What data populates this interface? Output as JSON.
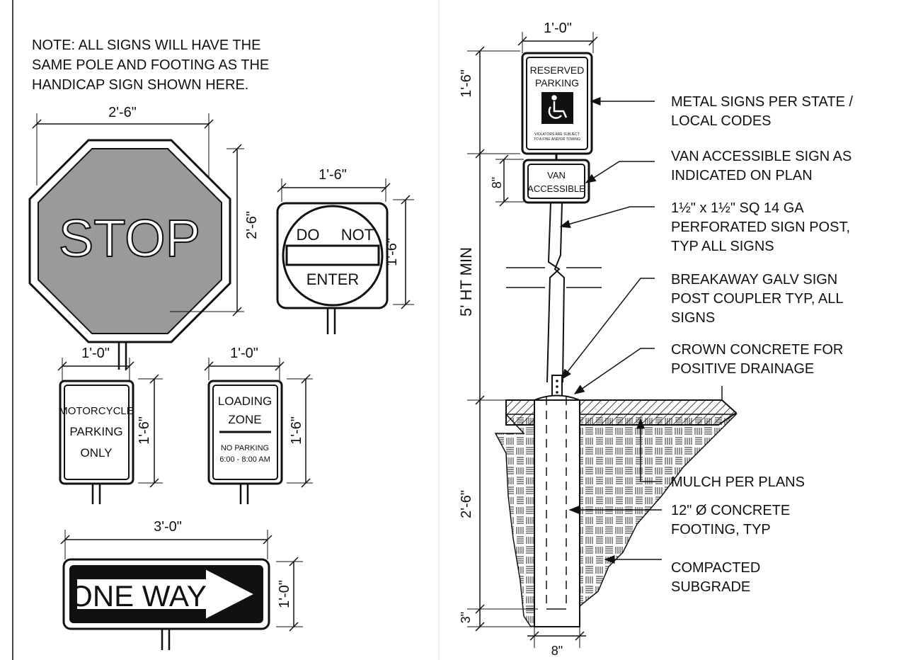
{
  "note": {
    "lines": [
      "NOTE: ALL SIGNS WILL HAVE THE",
      "SAME POLE AND FOOTING AS THE",
      "HANDICAP SIGN SHOWN HERE."
    ]
  },
  "stop_sign": {
    "text": "STOP",
    "width": "2'-6\"",
    "height": "2'-6\""
  },
  "do_not_enter": {
    "line1": "DO",
    "line2": "NOT",
    "line3": "ENTER",
    "width": "1'-6\"",
    "height": "1'-6\""
  },
  "motorcycle": {
    "lines": [
      "MOTORCYCLE",
      "PARKING",
      "ONLY"
    ],
    "width": "1'-0\"",
    "height": "1'-6\""
  },
  "loading_zone": {
    "lines": [
      "LOADING",
      "ZONE"
    ],
    "small_lines": [
      "NO PARKING",
      "6:00 - 8:00 AM"
    ],
    "width": "1'-0\"",
    "height": "1'-6\""
  },
  "one_way": {
    "text": "ONE WAY",
    "width": "3'-0\"",
    "height": "1'-0\""
  },
  "pole": {
    "top_width": "1'-0\"",
    "sign_height": "1'-6\"",
    "van_height": "8\"",
    "total_height": "5' HT MIN",
    "footing_depth": "2'-6\"",
    "bottom_gap": "3\"",
    "footing_width": "8\"",
    "reserved_lines": [
      "RESERVED",
      "PARKING"
    ],
    "violators_lines": [
      "VIOLATORS ARE SUBJECT",
      "TO A FINE AND/OR TOWING"
    ],
    "van_lines": [
      "VAN",
      "ACCESSIBLE"
    ]
  },
  "callouts": [
    {
      "lines": [
        "METAL SIGNS PER STATE /",
        "LOCAL CODES"
      ]
    },
    {
      "lines": [
        "VAN ACCESSIBLE SIGN AS",
        "INDICATED ON PLAN"
      ]
    },
    {
      "lines": [
        "1½\" x 1½\" SQ 14 GA",
        "PERFORATED SIGN POST,",
        "TYP ALL SIGNS"
      ]
    },
    {
      "lines": [
        "BREAKAWAY GALV SIGN",
        "POST COUPLER TYP, ALL",
        "SIGNS"
      ]
    },
    {
      "lines": [
        "CROWN CONCRETE FOR",
        "POSITIVE DRAINAGE"
      ]
    },
    {
      "lines": [
        "MULCH PER PLANS"
      ]
    },
    {
      "lines": [
        "12\" Ø CONCRETE",
        "FOOTING, TYP"
      ]
    },
    {
      "lines": [
        "COMPACTED",
        "SUBGRADE"
      ]
    }
  ],
  "colors": {
    "ink": "#111111",
    "stop_fill": "#9a9a9a",
    "background": "#ffffff"
  }
}
